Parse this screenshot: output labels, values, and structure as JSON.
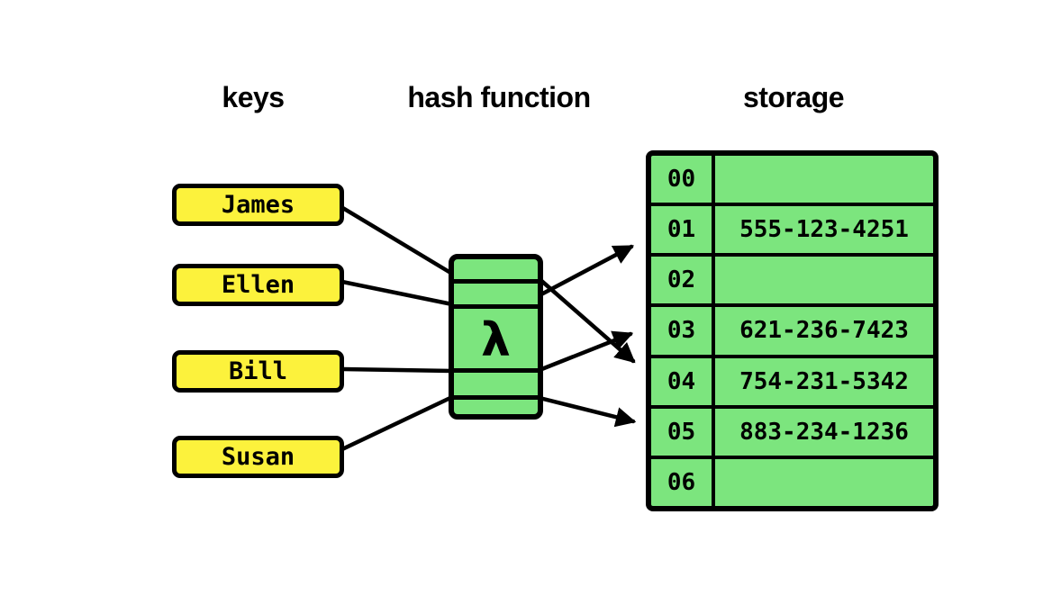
{
  "headers": {
    "keys": "keys",
    "hash_function": "hash function",
    "storage": "storage"
  },
  "keys": [
    {
      "label": "James"
    },
    {
      "label": "Ellen"
    },
    {
      "label": "Bill"
    },
    {
      "label": "Susan"
    }
  ],
  "hash": {
    "symbol": "λ"
  },
  "storage": {
    "rows": [
      {
        "index": "00",
        "value": ""
      },
      {
        "index": "01",
        "value": "555-123-4251"
      },
      {
        "index": "02",
        "value": ""
      },
      {
        "index": "03",
        "value": "621-236-7423"
      },
      {
        "index": "04",
        "value": "754-231-5342"
      },
      {
        "index": "05",
        "value": "883-234-1236"
      },
      {
        "index": "06",
        "value": ""
      }
    ]
  },
  "connections": {
    "key_inputs_to_hash": [
      "James",
      "Ellen",
      "Bill",
      "Susan"
    ],
    "hash_output_slots": [
      "01",
      "03",
      "04",
      "05"
    ]
  },
  "colors": {
    "green": "#7ce57e",
    "yellow": "#fcf23c",
    "line": "#000000",
    "background": "#ffffff"
  }
}
